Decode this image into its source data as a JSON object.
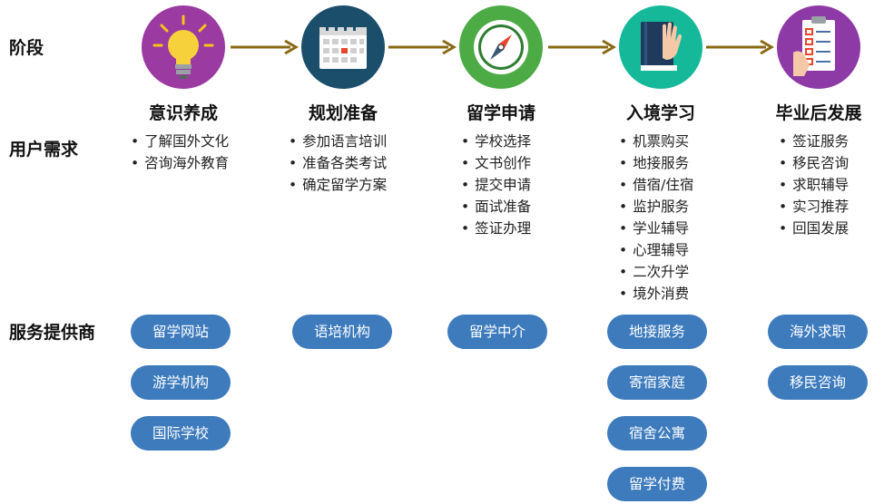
{
  "row_labels": {
    "stage": "阶段",
    "needs": "用户需求",
    "providers": "服务提供商"
  },
  "stages": [
    {
      "title": "意识养成",
      "icon": "lightbulb-icon",
      "color": "#9b3aa1",
      "needs": [
        "了解国外文化",
        "咨询海外教育"
      ],
      "providers": [
        "留学网站",
        "游学机构",
        "国际学校"
      ]
    },
    {
      "title": "规划准备",
      "icon": "calendar-icon",
      "color": "#1a4e6b",
      "needs": [
        "参加语言培训",
        "准备各类考试",
        "确定留学方案"
      ],
      "providers": [
        "语培机构"
      ]
    },
    {
      "title": "留学申请",
      "icon": "compass-icon",
      "color": "#4cab45",
      "needs": [
        "学校选择",
        "文书创作",
        "提交申请",
        "面试准备",
        "签证办理"
      ],
      "providers": [
        "留学中介"
      ]
    },
    {
      "title": "入境学习",
      "icon": "book-hand-icon",
      "color": "#16b89a",
      "needs": [
        "机票购买",
        "地接服务",
        "借宿/住宿",
        "监护服务",
        "学业辅导",
        "心理辅导",
        "二次升学",
        "境外消费"
      ],
      "providers": [
        "地接服务",
        "寄宿家庭",
        "宿舍公寓",
        "留学付费"
      ]
    },
    {
      "title": "毕业后发展",
      "icon": "checklist-icon",
      "color": "#8e3aa6",
      "needs": [
        "签证服务",
        "移民咨询",
        "求职辅导",
        "实习推荐",
        "回国发展"
      ],
      "providers": [
        "海外求职",
        "移民咨询"
      ]
    }
  ],
  "colors": {
    "arrow": "#8a6a16",
    "pill": "#3d7bbd"
  }
}
